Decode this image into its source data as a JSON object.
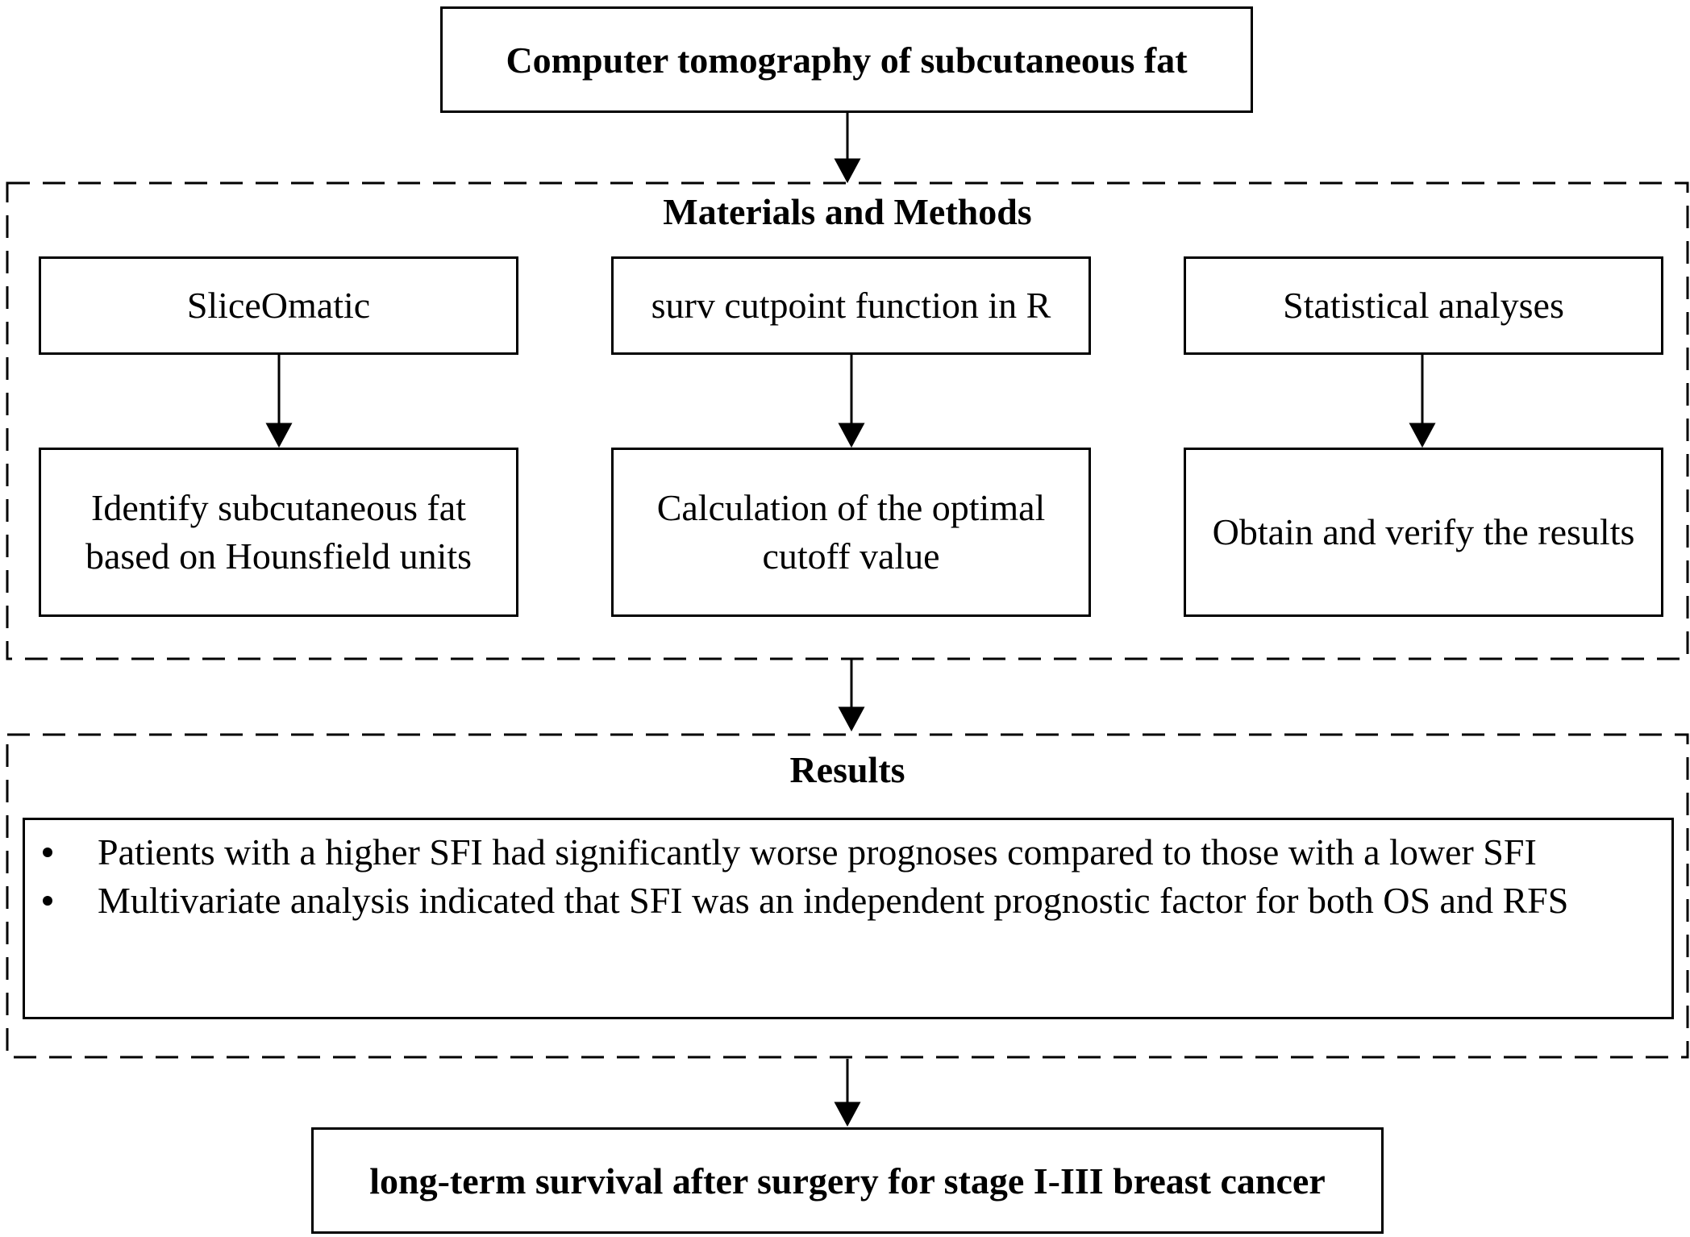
{
  "top": {
    "title": "Computer tomography of subcutaneous fat"
  },
  "methods": {
    "title": "Materials and Methods",
    "columns": [
      {
        "tool": "SliceOmatic",
        "step": "Identify subcutaneous fat based on Hounsfield units"
      },
      {
        "tool": "surv cutpoint function in R",
        "step": "Calculation of the optimal cutoff value"
      },
      {
        "tool": "Statistical analyses",
        "step": "Obtain and verify the results"
      }
    ]
  },
  "results": {
    "title": "Results",
    "bullets": [
      "Patients with a higher SFI had significantly worse prognoses compared to those with a lower SFI",
      "Multivariate analysis indicated that SFI was an independent prognostic factor for both OS and RFS"
    ]
  },
  "bottom": {
    "title": "long-term survival after surgery for stage I-III breast cancer"
  }
}
